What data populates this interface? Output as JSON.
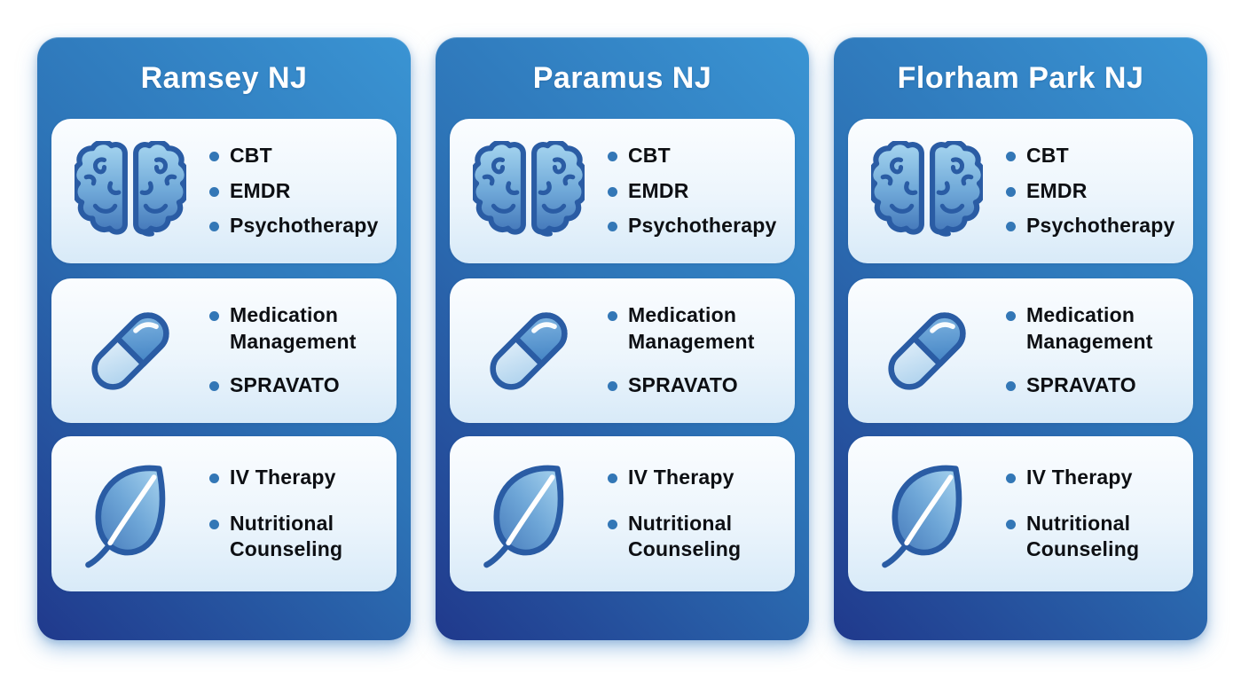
{
  "cards": [
    {
      "title": "Ramsey NJ",
      "sections": [
        {
          "icon": "brain-icon",
          "items": [
            "CBT",
            "EMDR",
            "Psychotherapy"
          ]
        },
        {
          "icon": "pill-icon",
          "items": [
            "Medication\nManagement",
            "SPRAVATO"
          ]
        },
        {
          "icon": "leaf-icon",
          "items": [
            "IV Therapy",
            "Nutritional\nCounseling"
          ]
        }
      ]
    },
    {
      "title": "Paramus NJ",
      "sections": [
        {
          "icon": "brain-icon",
          "items": [
            "CBT",
            "EMDR",
            "Psychotherapy"
          ]
        },
        {
          "icon": "pill-icon",
          "items": [
            "Medication\nManagement",
            "SPRAVATO"
          ]
        },
        {
          "icon": "leaf-icon",
          "items": [
            "IV Therapy",
            "Nutritional\nCounseling"
          ]
        }
      ]
    },
    {
      "title": "Florham Park NJ",
      "sections": [
        {
          "icon": "brain-icon",
          "items": [
            "CBT",
            "EMDR",
            "Psychotherapy"
          ]
        },
        {
          "icon": "pill-icon",
          "items": [
            "Medication\nManagement",
            "SPRAVATO"
          ]
        },
        {
          "icon": "leaf-icon",
          "items": [
            "IV Therapy",
            "Nutritional\nCounseling"
          ]
        }
      ]
    }
  ],
  "colors": {
    "card_gradient_light": "#3a94d3",
    "card_gradient_dark": "#20398c",
    "panel_top": "#fbfdff",
    "panel_bottom": "#d8eaf8",
    "bullet": "#3377b6",
    "title_text": "#ffffff",
    "body_text": "#0d0f13",
    "icon_outline": "#2a5ca4"
  }
}
